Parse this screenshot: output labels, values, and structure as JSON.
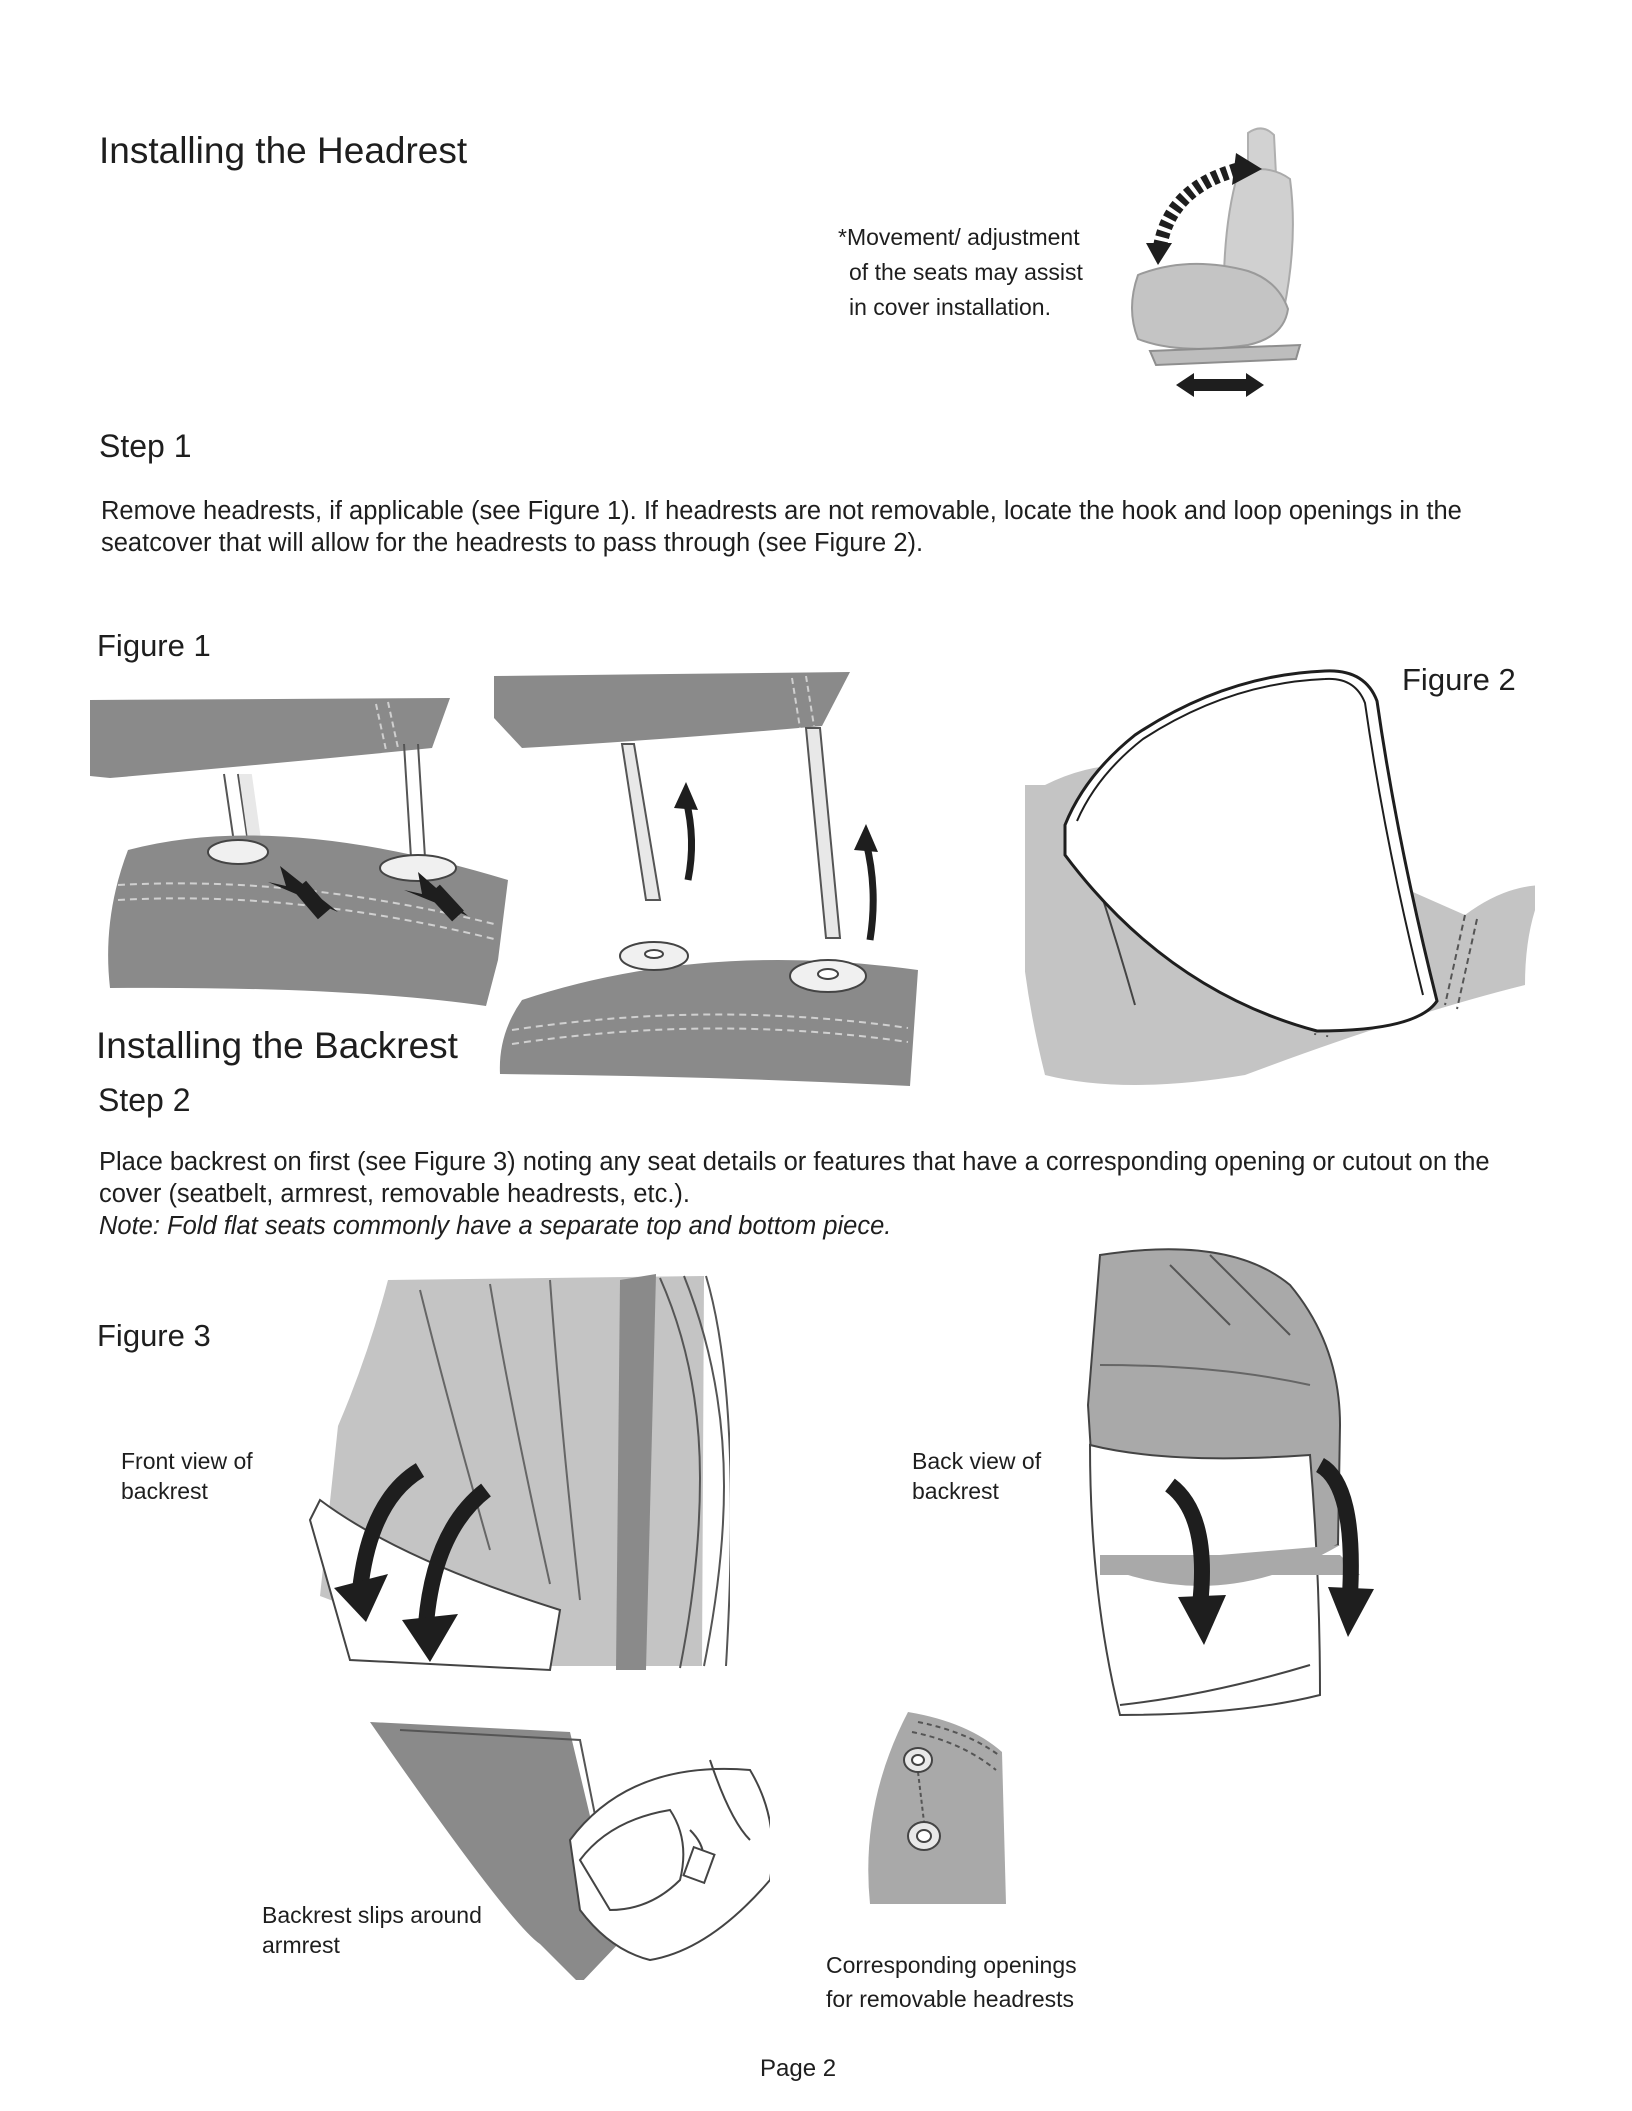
{
  "headrest_section": {
    "title": "Installing the Headrest",
    "adjust_note": [
      "*Movement/ adjustment",
      "of the seats may assist",
      "in cover installation."
    ],
    "step_label": "Step 1",
    "step_text": "Remove headrests, if applicable (see Figure 1). If headrests are not removable, locate the hook and loop openings in the seatcover that will allow for the headrests to pass through (see Figure 2).",
    "figure1_label": "Figure 1",
    "figure2_label": "Figure 2"
  },
  "backrest_section": {
    "title": "Installing the Backrest",
    "step_label": "Step 2",
    "step_text": "Place backrest on first (see Figure 3) noting any seat details or features that have a corresponding opening or cutout on the cover (seatbelt, armrest, removable headrests, etc.).",
    "note": "Note: Fold flat seats commonly have a separate top and bottom piece.",
    "figure3_label": "Figure 3",
    "captions": {
      "front_view": [
        "Front view of",
        "backrest"
      ],
      "back_view": [
        "Back view of",
        "backrest"
      ],
      "armrest": [
        "Backrest slips around",
        "armrest"
      ],
      "openings": [
        "Corresponding openings",
        "for removable headrests"
      ]
    }
  },
  "footer": {
    "page": "Page 2"
  },
  "colors": {
    "gray_dark": "#8a8a8a",
    "gray_mid": "#a9a9a9",
    "gray_light": "#c4c4c4",
    "seat_light": "#d0d0d0",
    "text": "#1e1e1e"
  }
}
